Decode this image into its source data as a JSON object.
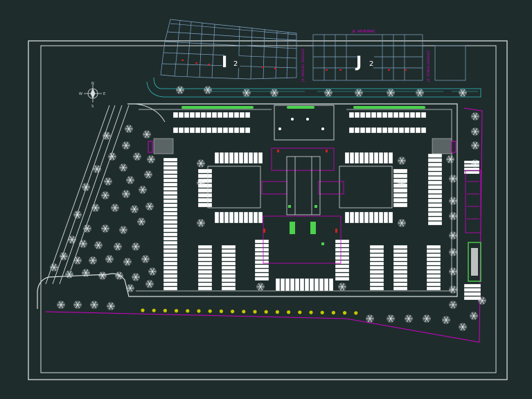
{
  "zones": [
    {
      "letter": "I",
      "sub": "2"
    },
    {
      "letter": "J",
      "sub": "2"
    }
  ],
  "streets": {
    "top": "JR. APURIMAC",
    "vertical_left": "JR. MANUEL DIEGUEZ",
    "vertical_right": "JR. TOMAS DIEGUEZ"
  },
  "compass": {
    "n": "N",
    "s": "S",
    "e": "E",
    "w": "W"
  },
  "colors": {
    "background": "#1f2c2c",
    "lines": "#d8dede",
    "tree": "#e8eeee",
    "magenta": "#d000c8",
    "green": "#4cd24c",
    "yellow": "#c8c800",
    "cyan": "#30c0c0"
  }
}
